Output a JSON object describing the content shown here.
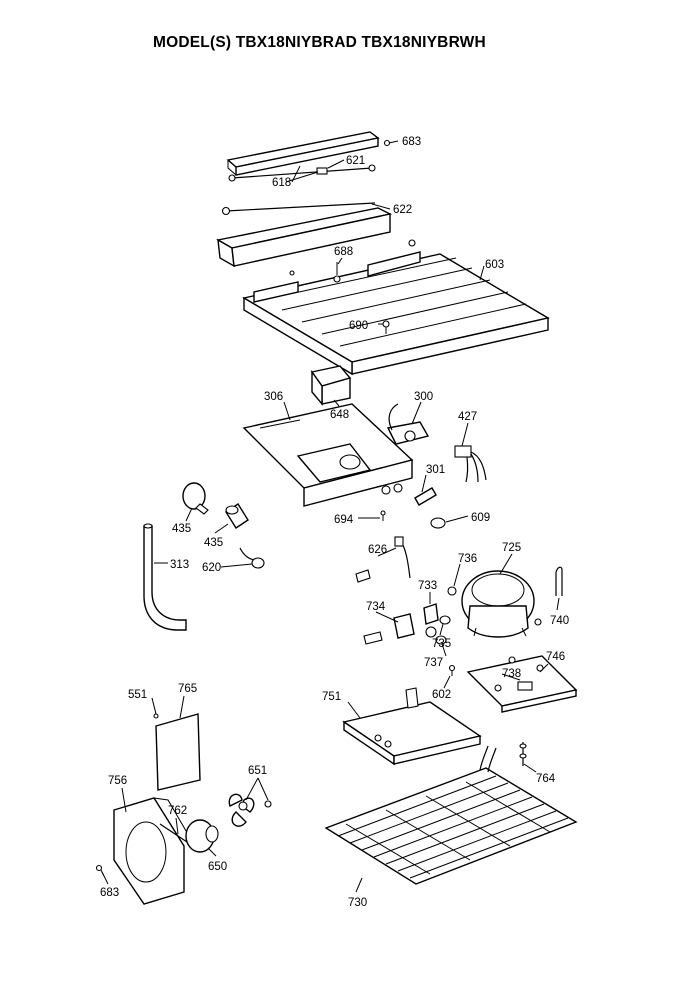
{
  "title": "MODEL(S) TBX18NIYBRAD  TBX18NIYBRWH",
  "labels": {
    "l683a": "683",
    "l621": "621",
    "l618": "618",
    "l622": "622",
    "l688": "688",
    "l603": "603",
    "l690": "690",
    "l306": "306",
    "l648": "648",
    "l300": "300",
    "l427": "427",
    "l301": "301",
    "l694": "694",
    "l609": "609",
    "l435a": "435",
    "l435b": "435",
    "l313": "313",
    "l620": "620",
    "l626": "626",
    "l736": "736",
    "l725": "725",
    "l733": "733",
    "l734": "734",
    "l735": "735",
    "l740": "740",
    "l737": "737",
    "l738": "738",
    "l746": "746",
    "l602": "602",
    "l551": "551",
    "l765": "765",
    "l751": "751",
    "l756": "756",
    "l651": "651",
    "l762": "762",
    "l764": "764",
    "l650": "650",
    "l683b": "683",
    "l730": "730"
  }
}
